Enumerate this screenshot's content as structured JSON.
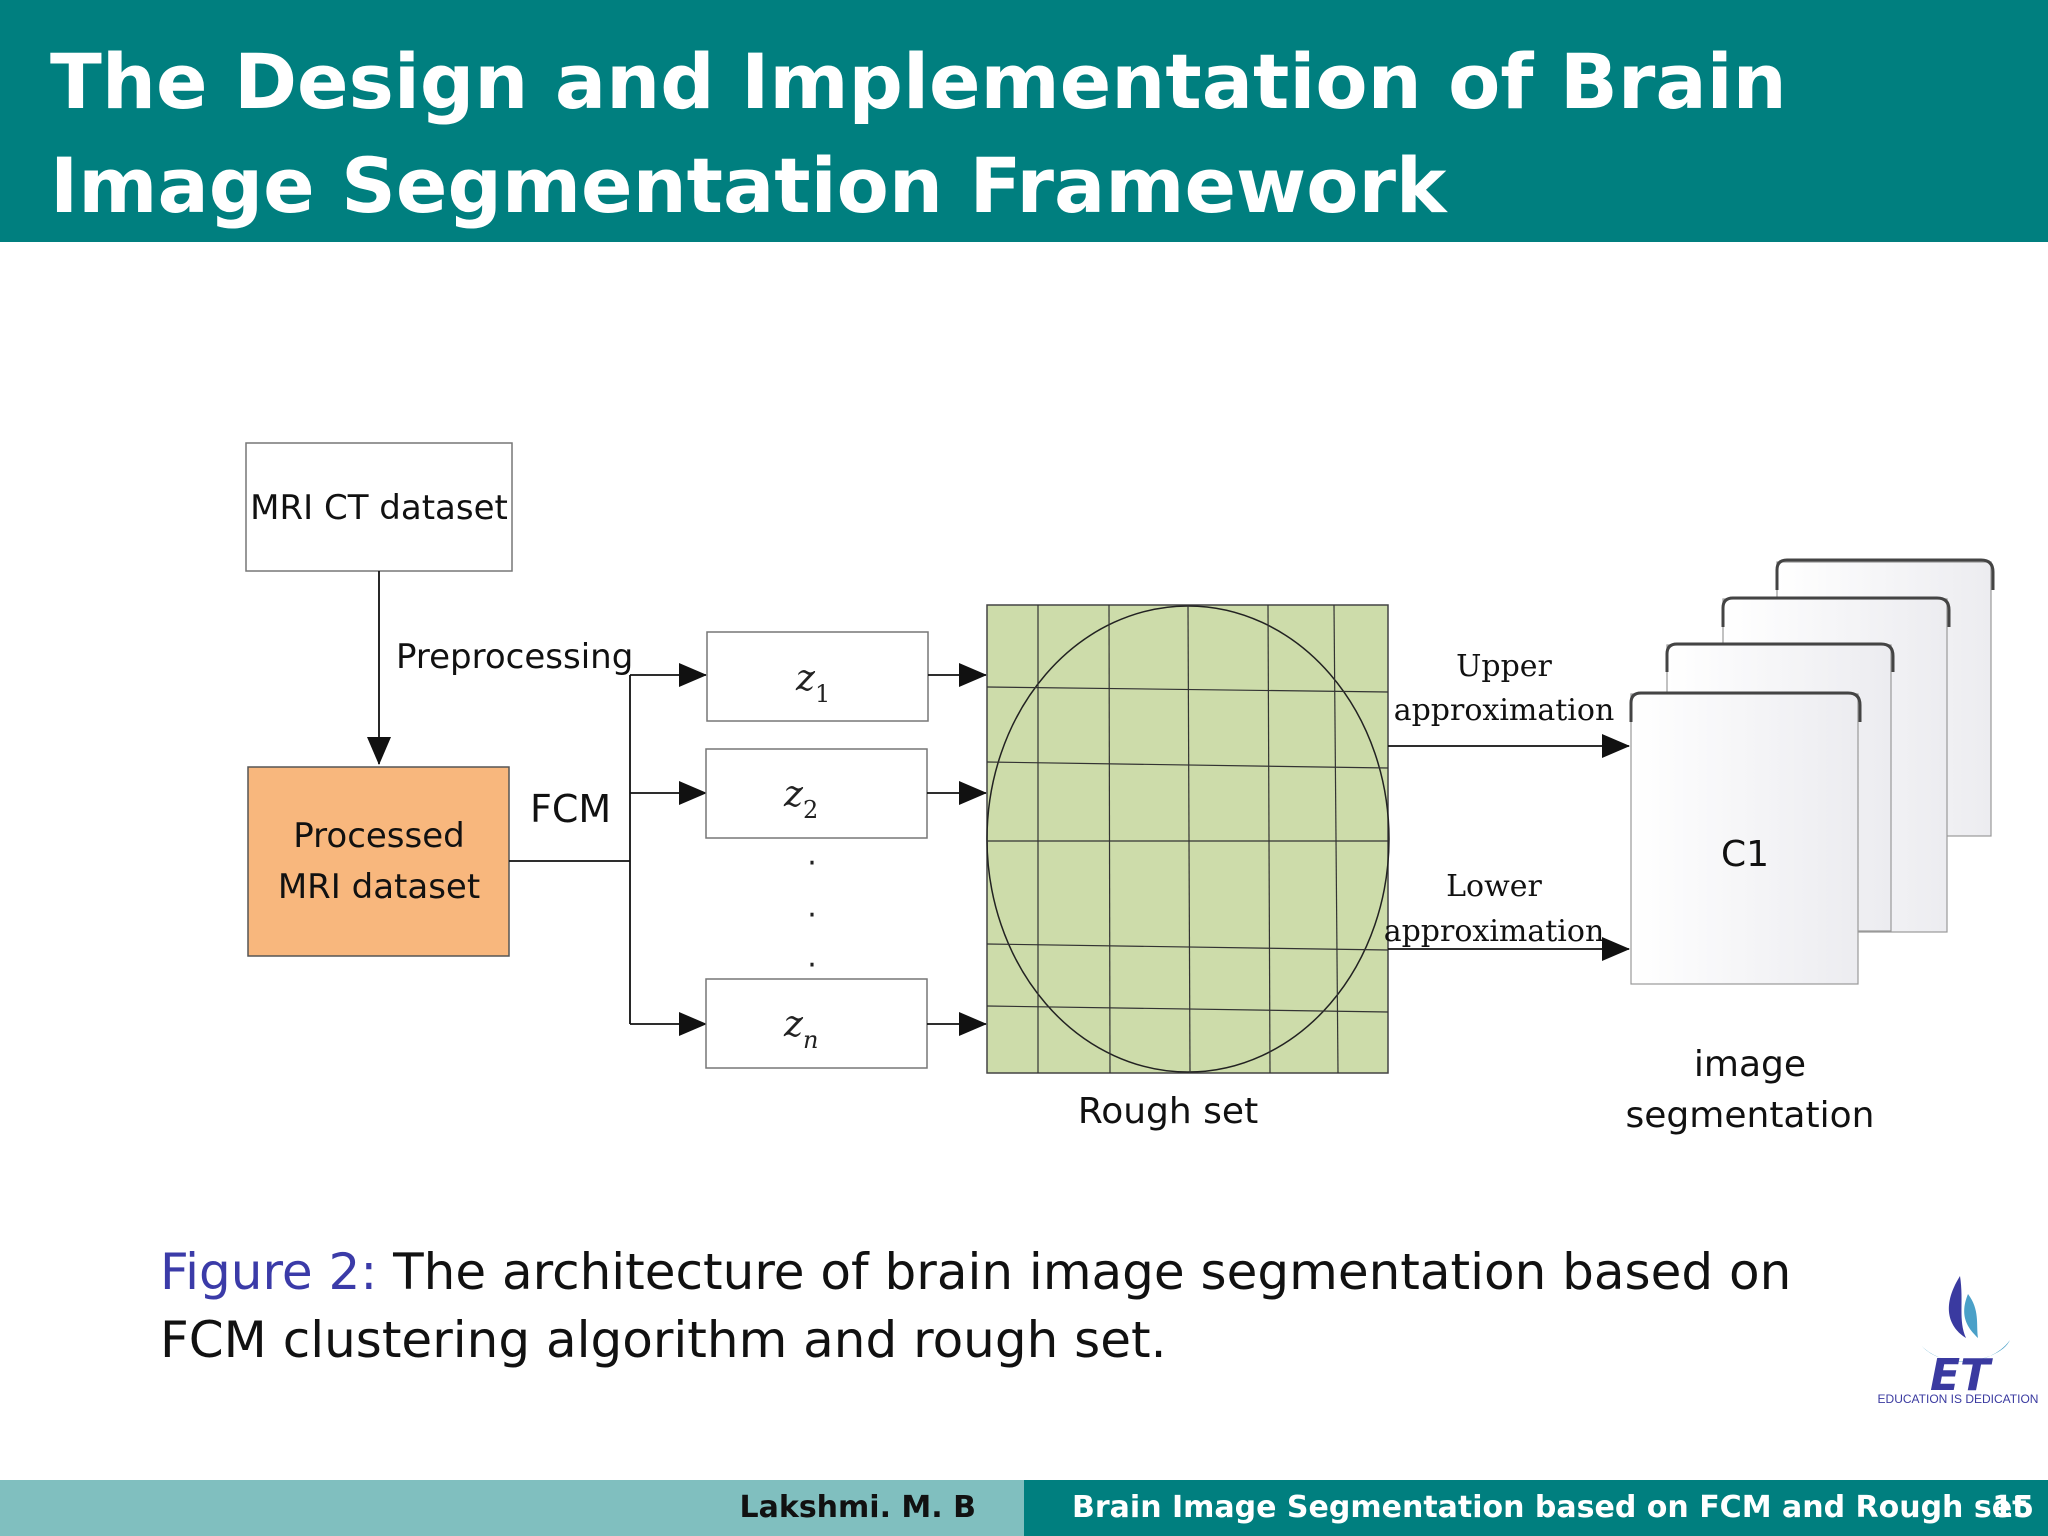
{
  "slide": {
    "title": "The Design and Implementation of Brain Image Segmentation Framework",
    "page_number": "15"
  },
  "diagram": {
    "mri_box": "MRI CT dataset",
    "preprocessing": "Preprocessing",
    "processed_line1": "Processed",
    "processed_line2": "MRI dataset",
    "fcm": "FCM",
    "z1_base": "z",
    "z1_sub": "1",
    "z2_base": "z",
    "z2_sub": "2",
    "zn_base": "z",
    "zn_sub": "n",
    "dots": [
      "·",
      "·",
      "·"
    ],
    "rough_set": "Rough set",
    "upper_line1": "Upper",
    "upper_line2": "approximation",
    "lower_line1": "Lower",
    "lower_line2": "approximation",
    "c1": "C1",
    "seg_line1": "image",
    "seg_line2": "segmentation"
  },
  "caption": {
    "label": "Figure 2:",
    "text": " The architecture of brain image segmentation based on FCM clustering algorithm and rough set."
  },
  "logo": {
    "tagline": "EDUCATION IS DEDICATION",
    "letters": "ET"
  },
  "footer": {
    "author": "Lakshmi. M. B",
    "talk_title": "Brain Image Segmentation based on FCM and Rough set"
  },
  "colors": {
    "teal": "#007f7f",
    "light_teal": "#80bfbf",
    "processed_fill": "#f8b77d",
    "rough_fill": "#cddcaa",
    "caption_label": "#3b3ba8"
  }
}
